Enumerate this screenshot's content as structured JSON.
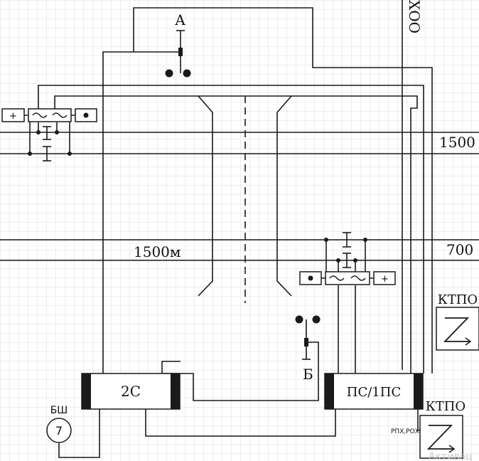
{
  "labels": {
    "switch_a": "А",
    "switch_b": "Б",
    "khoo": "ХОО",
    "dist_1500_left": "1500м",
    "dist_1500_right": "1500",
    "dist_700_right": "700",
    "unit_2c": "2С",
    "unit_ps": "ПС/1ПС",
    "ktpo_1": "КТПО",
    "ktpo_2": "КТПО",
    "bsh": "БШ",
    "bsh_number": "7",
    "rph_rox": "РПХ,РОХ",
    "plus_sign": "+",
    "watermark": "Активац"
  },
  "colors": {
    "grid": "#dcdcdc",
    "line": "#1a1a1a",
    "fill": "#ffffff"
  }
}
